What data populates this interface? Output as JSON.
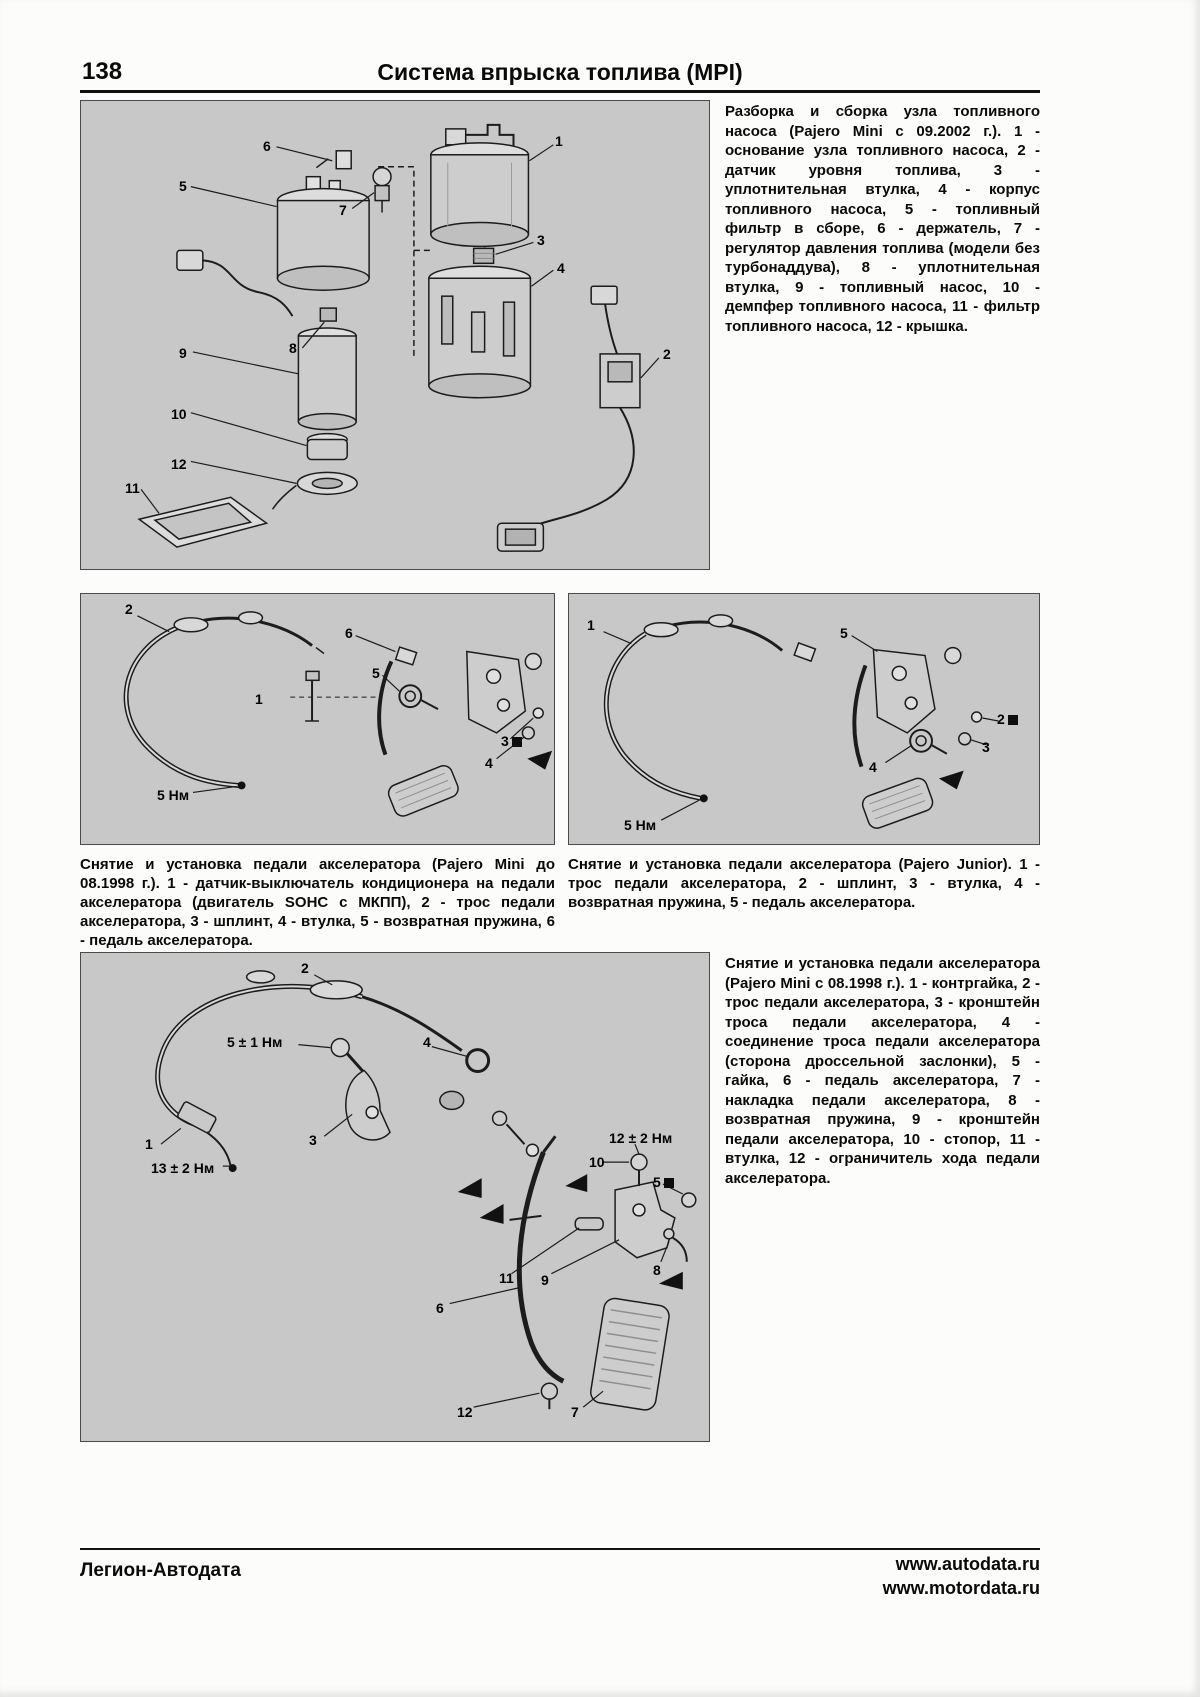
{
  "header": {
    "page_number": "138",
    "title": "Система впрыска топлива (MPI)"
  },
  "fuel_pump": {
    "caption": "Разборка и сборка узла топливного насоса (Pajero Mini с 09.2002 г.). 1 - основание узла топливного насоса, 2 - датчик уровня топлива, 3 - уплотнительная втулка, 4 - корпус топливного насоса, 5 - топливный фильтр в сборе, 6 - держатель, 7 - регулятор давления топлива (модели без турбонаддува), 8 - уплотнительная втулка, 9 - топливный насос, 10 - демпфер топливного насоса, 11 - фильтр топливного насоса, 12 - крышка.",
    "labels": {
      "n1": "1",
      "n2": "2",
      "n3": "3",
      "n4": "4",
      "n5": "5",
      "n6": "6",
      "n7": "7",
      "n8": "8",
      "n9": "9",
      "n10": "10",
      "n11": "11",
      "n12": "12"
    }
  },
  "pedal_mini_old": {
    "caption": "Снятие и установка педали акселератора (Pajero Mini до 08.1998 г.). 1 - датчик-выключатель кондиционера на педали акселератора (двигатель SOHC с МКПП), 2 - трос педали акселератора, 3 - шплинт, 4 - втулка, 5 - возвратная пружина, 6 - педаль акселератора.",
    "labels": {
      "n1": "1",
      "n2": "2",
      "n3": "3",
      "n4": "4",
      "n5": "5",
      "n6": "6"
    },
    "torque": "5 Нм"
  },
  "pedal_junior": {
    "caption": "Снятие и установка педали акселератора (Pajero Junior). 1 - трос педали акселератора, 2 - шплинт, 3 - втулка, 4 - возвратная пружина, 5 - педаль акселератора.",
    "labels": {
      "n1": "1",
      "n2": "2",
      "n3": "3",
      "n4": "4",
      "n5": "5"
    },
    "torque": "5 Нм"
  },
  "pedal_mini_new": {
    "caption": "Снятие и установка педали акселератора (Pajero Mini с 08.1998 г.). 1 - контргайка, 2 - трос педали акселератора, 3 - кронштейн троса педали акселератора, 4 - соединение троса педали акселератора (сторона дроссельной заслонки), 5 - гайка, 6 - педаль акселератора, 7 - накладка педали акселератора, 8 - возвратная пружина, 9 - кронштейн педали акселератора, 10 - стопор, 11 - втулка, 12 - ограничитель хода педали акселератора.",
    "labels": {
      "n1": "1",
      "n2": "2",
      "n3": "3",
      "n4": "4",
      "n5": "5",
      "n6": "6",
      "n7": "7",
      "n8": "8",
      "n9": "9",
      "n10": "10",
      "n11": "11",
      "n12": "12"
    },
    "torque_cable": "5 ± 1 Нм",
    "torque_locknut": "13 ± 2 Нм",
    "torque_bracket": "12 ± 2 Нм"
  },
  "footer": {
    "publisher": "Легион-Автодата",
    "site_autodata": "www.autodata.ru",
    "site_motordata": "www.motordata.ru"
  }
}
